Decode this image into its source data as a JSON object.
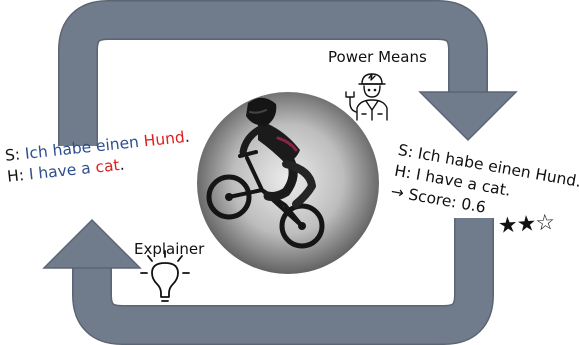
{
  "top_label": "Power Means",
  "bottom_label": "Explainer",
  "left": {
    "source_prefix": "S: ",
    "source_main": "Ich habe einen ",
    "source_highlight": "Hund",
    "source_end": ".",
    "hyp_prefix": "H: ",
    "hyp_main": "I have a ",
    "hyp_highlight": "cat",
    "hyp_end": "."
  },
  "right": {
    "source": "S: Ich habe einen Hund.",
    "hyp": "H: I have a cat.",
    "score": "→ Score: 0.6"
  },
  "rating": {
    "stars": "★★☆",
    "filled": 2,
    "max": 3
  },
  "colors": {
    "arrow": "#707c8c",
    "arrow_edge": "#5b6573",
    "source_text": "#2e4f8f",
    "highlight": "#e02020",
    "circle_center": "#e6e6e6",
    "circle_edge": "#4f4f4f"
  },
  "icons": {
    "center": "bmx-rider-icon",
    "top": "power-worker-icon",
    "bottom": "lightbulb-icon"
  }
}
